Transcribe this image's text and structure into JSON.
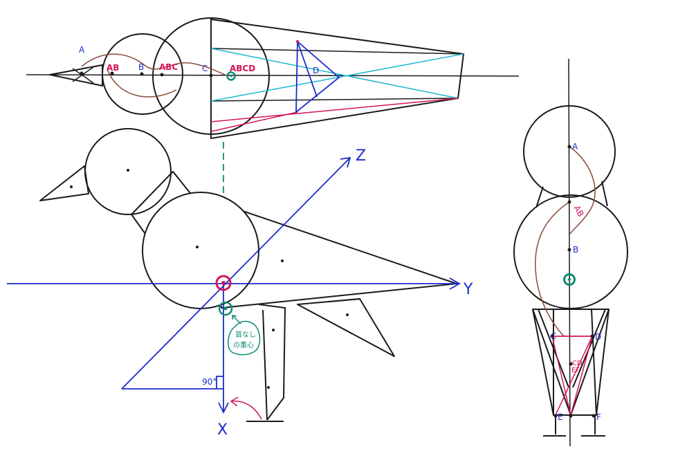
{
  "colors": {
    "ink": "#1a1a1a",
    "blue": "#1a2bc8",
    "magenta": "#d4145a",
    "cyan": "#1cb8d4",
    "teal": "#0e8a72",
    "brown": "#8a4a3a"
  },
  "top_view": {
    "labels": {
      "A": "A",
      "AB": "AB",
      "B": "B",
      "ABC": "ABC",
      "C": "C",
      "ABCD": "ABCD",
      "D": "D"
    }
  },
  "side_view": {
    "axes": {
      "z": "Z",
      "y": "Y",
      "x": "X"
    },
    "angle": "90°",
    "note_line1": "首なし",
    "note_line2": "の重心"
  },
  "front_view": {
    "labels": {
      "A": "A",
      "AB": "AB",
      "B": "B",
      "C": "C",
      "D": "D",
      "CD": "CD",
      "EF": "EF",
      "E": "E",
      "F": "F"
    }
  }
}
